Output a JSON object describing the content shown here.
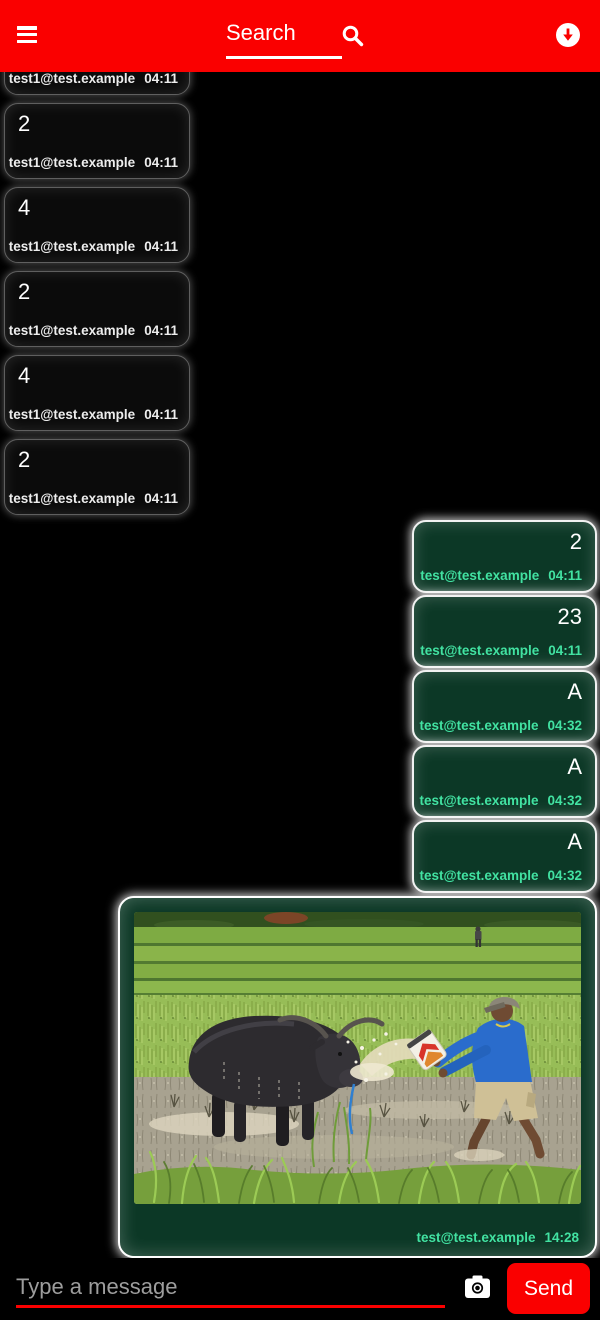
{
  "header": {
    "search_placeholder": "Search"
  },
  "icons": {
    "menu": "menu-icon",
    "search": "search-icon",
    "scroll_to_bottom": "scroll-to-bottom-icon",
    "camera": "camera-icon"
  },
  "colors": {
    "accent_red": "#fa0000",
    "incoming_bubble_bg": "#0b0b0b",
    "outgoing_bubble_bg": "#0c3826",
    "incoming_meta_text": "#ededed",
    "outgoing_meta_text": "#42e2a2",
    "message_text": "#ffffff"
  },
  "messages": [
    {
      "direction": "incoming",
      "text": "",
      "sender": "test1@test.example",
      "time": "04:11"
    },
    {
      "direction": "incoming",
      "text": "2",
      "sender": "test1@test.example",
      "time": "04:11"
    },
    {
      "direction": "incoming",
      "text": "4",
      "sender": "test1@test.example",
      "time": "04:11"
    },
    {
      "direction": "incoming",
      "text": "2",
      "sender": "test1@test.example",
      "time": "04:11"
    },
    {
      "direction": "incoming",
      "text": "4",
      "sender": "test1@test.example",
      "time": "04:11"
    },
    {
      "direction": "incoming",
      "text": "2",
      "sender": "test1@test.example",
      "time": "04:11"
    },
    {
      "direction": "outgoing",
      "text": "2",
      "sender": "test@test.example",
      "time": "04:11"
    },
    {
      "direction": "outgoing",
      "text": "23",
      "sender": "test@test.example",
      "time": "04:11"
    },
    {
      "direction": "outgoing",
      "text": "A",
      "sender": "test@test.example",
      "time": "04:32"
    },
    {
      "direction": "outgoing",
      "text": "A",
      "sender": "test@test.example",
      "time": "04:32"
    },
    {
      "direction": "outgoing",
      "text": "A",
      "sender": "test@test.example",
      "time": "04:32"
    },
    {
      "direction": "outgoing",
      "type": "image",
      "description": "man in blue shirt splashing water from a white container onto a black water buffalo standing in a flooded rice paddy",
      "sender": "test@test.example",
      "time": "14:28"
    }
  ],
  "composer": {
    "placeholder": "Type a message",
    "send_label": "Send"
  }
}
